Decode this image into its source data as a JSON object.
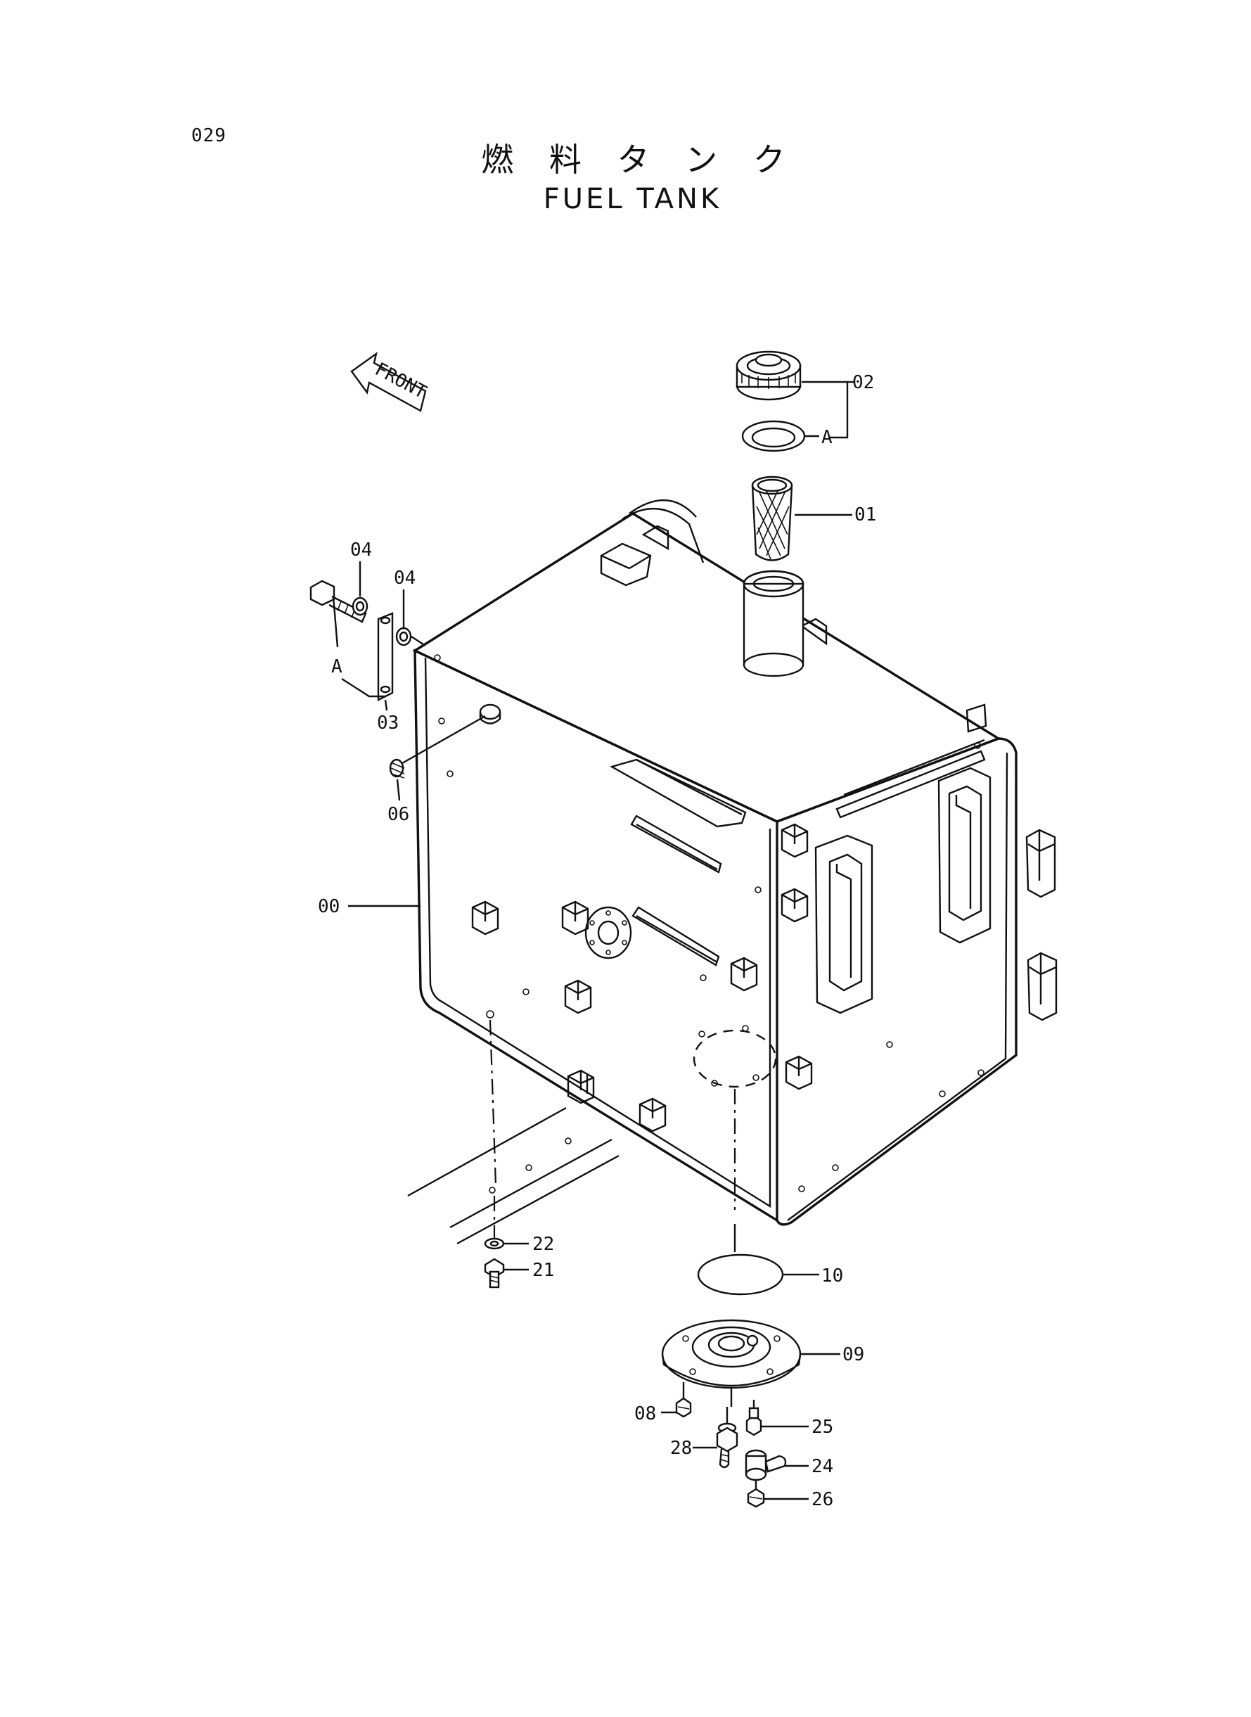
{
  "page_code": "029",
  "title_jp": "燃 料 タ ン ク",
  "title_en": "FUEL  TANK",
  "front_arrow_label": "FRONT",
  "callouts": {
    "p00": "00",
    "p01": "01",
    "p02": "02",
    "p03": "03",
    "p04a": "04",
    "p04b": "04",
    "p06": "06",
    "p08": "08",
    "p09": "09",
    "p10": "10",
    "p21": "21",
    "p22": "22",
    "p24": "24",
    "p25": "25",
    "p26": "26",
    "p28": "28",
    "a1": "A",
    "a2": "A"
  }
}
